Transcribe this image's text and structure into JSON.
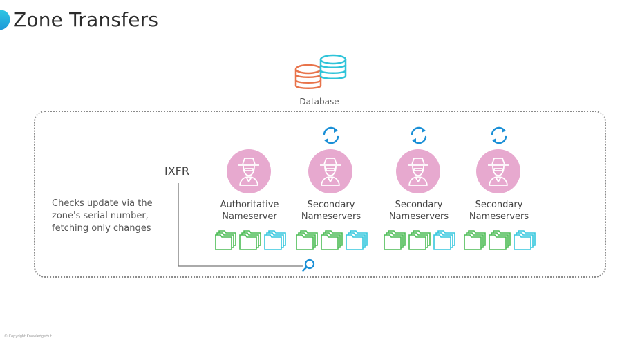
{
  "slide": {
    "title": "Zone Transfers",
    "accent_color": "#1a9fdc"
  },
  "database": {
    "label": "Database",
    "icon": "database-icon",
    "colors": [
      "#e8734a",
      "#2fc4d9"
    ]
  },
  "transfer": {
    "label": "IXFR",
    "icon": "magnifier-icon",
    "description_lines": [
      "Checks update via the",
      "zone's serial number,",
      "fetching only changes"
    ]
  },
  "servers": [
    {
      "label_lines": [
        "Authoritative",
        "Nameserver"
      ],
      "sync": false,
      "icon": "hacker-avatar-icon"
    },
    {
      "label_lines": [
        "Secondary",
        "Nameservers"
      ],
      "sync": true,
      "icon": "hacker-avatar-icon"
    },
    {
      "label_lines": [
        "Secondary",
        "Nameservers"
      ],
      "sync": true,
      "icon": "hacker-avatar-icon"
    },
    {
      "label_lines": [
        "Secondary",
        "Nameservers"
      ],
      "sync": true,
      "icon": "hacker-avatar-icon"
    }
  ],
  "colors": {
    "folder_green": "#4cbc55",
    "folder_cyan": "#35c7dd",
    "avatar_bg": "#e7a9cf",
    "sync_blue": "#1a8fd6"
  },
  "footer": {
    "text": "© Copyright KnowledgeHut"
  }
}
